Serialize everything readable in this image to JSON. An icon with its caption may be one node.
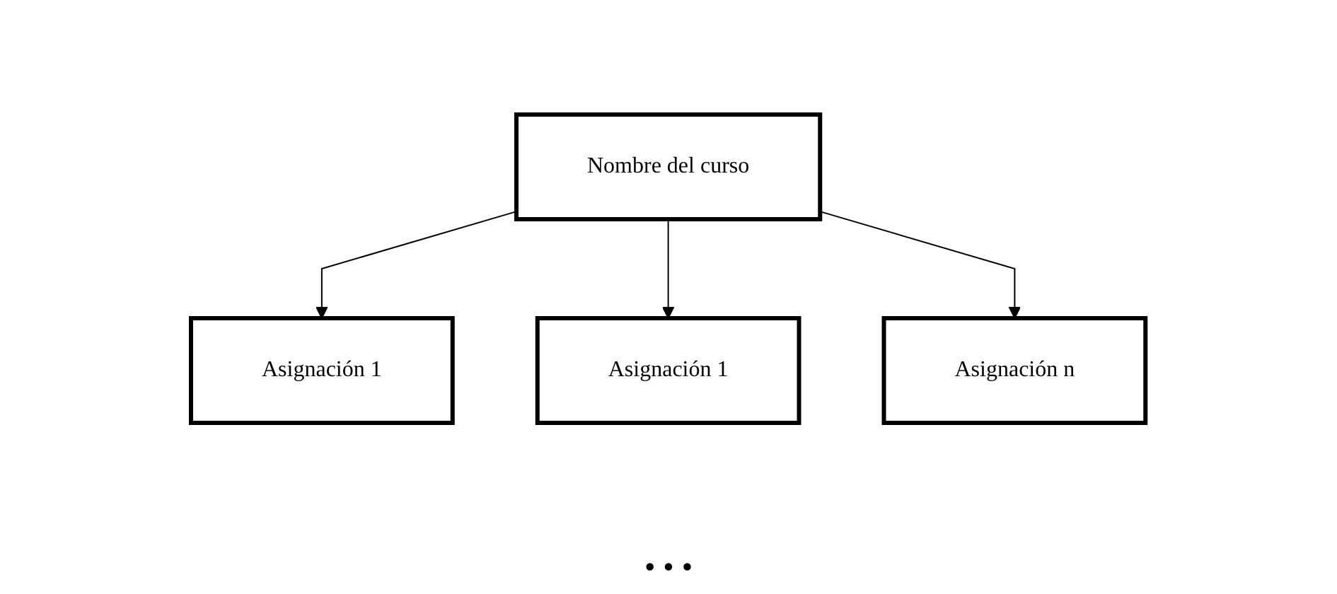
{
  "diagram": {
    "nodes": [
      {
        "text": [
          "Nombre del curso"
        ]
      },
      {
        "text": [
          "Asignación 1"
        ]
      },
      {
        "text": [
          "Asignación 1"
        ]
      },
      {
        "text": [
          "Asignación n"
        ]
      }
    ],
    "edges": [
      {
        "from": 0,
        "to": 1,
        "arrow": "to"
      },
      {
        "from": 0,
        "to": 2,
        "arrow": "to"
      },
      {
        "from": 0,
        "to": 3,
        "arrow": "to"
      }
    ],
    "labels": [
      "• • •"
    ]
  }
}
